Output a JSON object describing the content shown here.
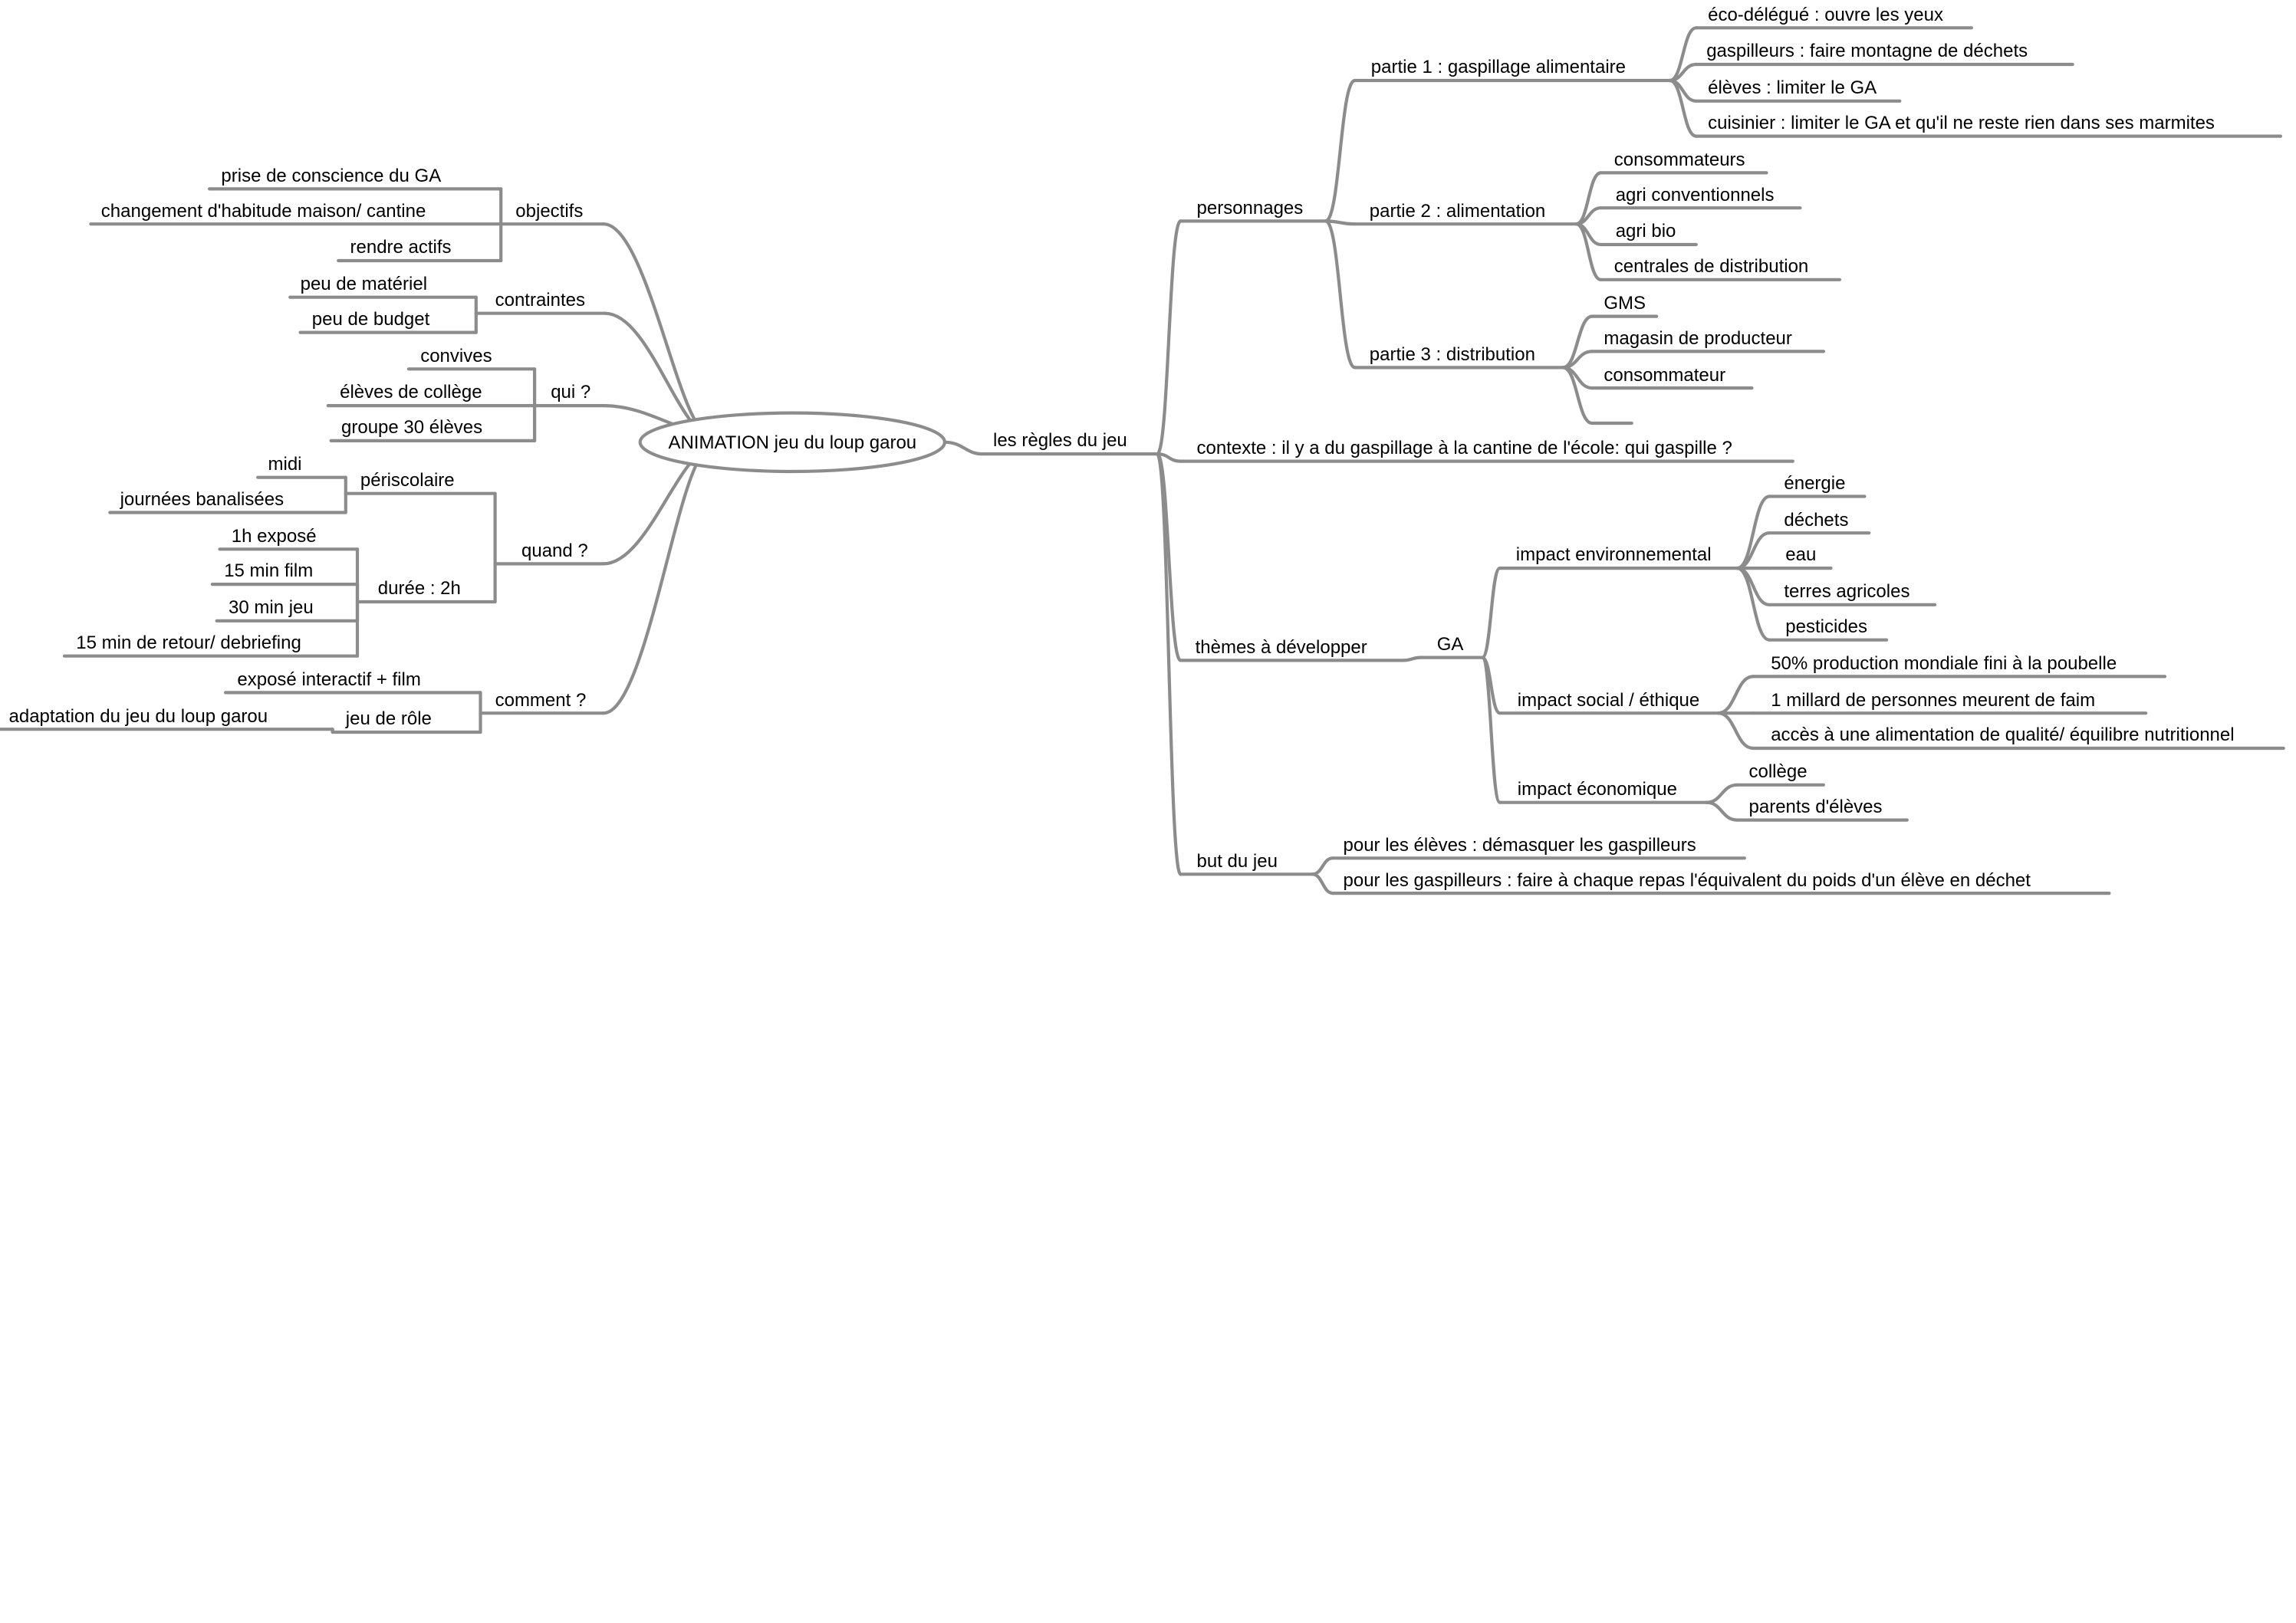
{
  "center": "ANIMATION jeu du loup garou",
  "left": {
    "objectifs": {
      "label": "objectifs",
      "children": [
        "prise de conscience du GA",
        "changement d'habitude maison/ cantine",
        "rendre actifs"
      ]
    },
    "contraintes": {
      "label": "contraintes",
      "children": [
        "peu de matériel",
        "peu de budget"
      ]
    },
    "qui": {
      "label": "qui ?",
      "children": [
        "convives",
        "élèves de collège",
        "groupe 30 élèves"
      ]
    },
    "quand": {
      "label": "quand ?",
      "periscolaire": {
        "label": "périscolaire",
        "children": [
          "midi",
          "journées banalisées"
        ]
      },
      "duree": {
        "label": "durée : 2h",
        "children": [
          "1h exposé",
          "15 min film",
          "30 min jeu",
          "15 min de retour/ debriefing"
        ]
      }
    },
    "comment": {
      "label": "comment ?",
      "children": [
        "exposé  interactif + film"
      ],
      "jeu_de_role": {
        "label": "jeu de rôle",
        "children": [
          "adaptation du jeu du loup garou"
        ]
      }
    }
  },
  "right": {
    "regles": {
      "label": "les règles du jeu"
    },
    "personnages": {
      "label": "personnages",
      "partie1": {
        "label": "partie 1 : gaspillage alimentaire",
        "children": [
          "éco-délégué : ouvre les yeux",
          "gaspilleurs : faire montagne de déchets",
          "élèves : limiter le GA",
          "cuisinier : limiter le GA et qu'il ne reste rien dans ses marmites"
        ]
      },
      "partie2": {
        "label": "partie 2 : alimentation",
        "children": [
          "consommateurs",
          "agri conventionnels",
          "agri bio",
          "centrales de distribution"
        ]
      },
      "partie3": {
        "label": "partie 3 : distribution",
        "children": [
          "GMS",
          "magasin de producteur",
          "consommateur",
          ""
        ]
      }
    },
    "contexte": {
      "label": "contexte : il y a du gaspillage à la cantine de l'école: qui gaspille ?"
    },
    "themes": {
      "label": "thèmes à développer",
      "ga": {
        "label": "GA",
        "env": {
          "label": "impact environnemental",
          "children": [
            "énergie",
            "déchets",
            "eau",
            "terres agricoles",
            "pesticides"
          ]
        },
        "social": {
          "label": "impact social / éthique",
          "children": [
            "50% production mondiale fini à la poubelle",
            "1 millard de personnes meurent de faim",
            "accès à une alimentation de qualité/ équilibre nutritionnel"
          ]
        },
        "eco": {
          "label": "impact économique",
          "children": [
            "collège",
            "parents d'élèves"
          ]
        }
      }
    },
    "but": {
      "label": "but du jeu",
      "children": [
        "pour les élèves : démasquer les gaspilleurs",
        "pour les gaspilleurs : faire à chaque repas l'équivalent du poids d'un élève en déchet"
      ]
    }
  },
  "colors": {
    "line": "#8c8c8c",
    "text": "#000000"
  }
}
